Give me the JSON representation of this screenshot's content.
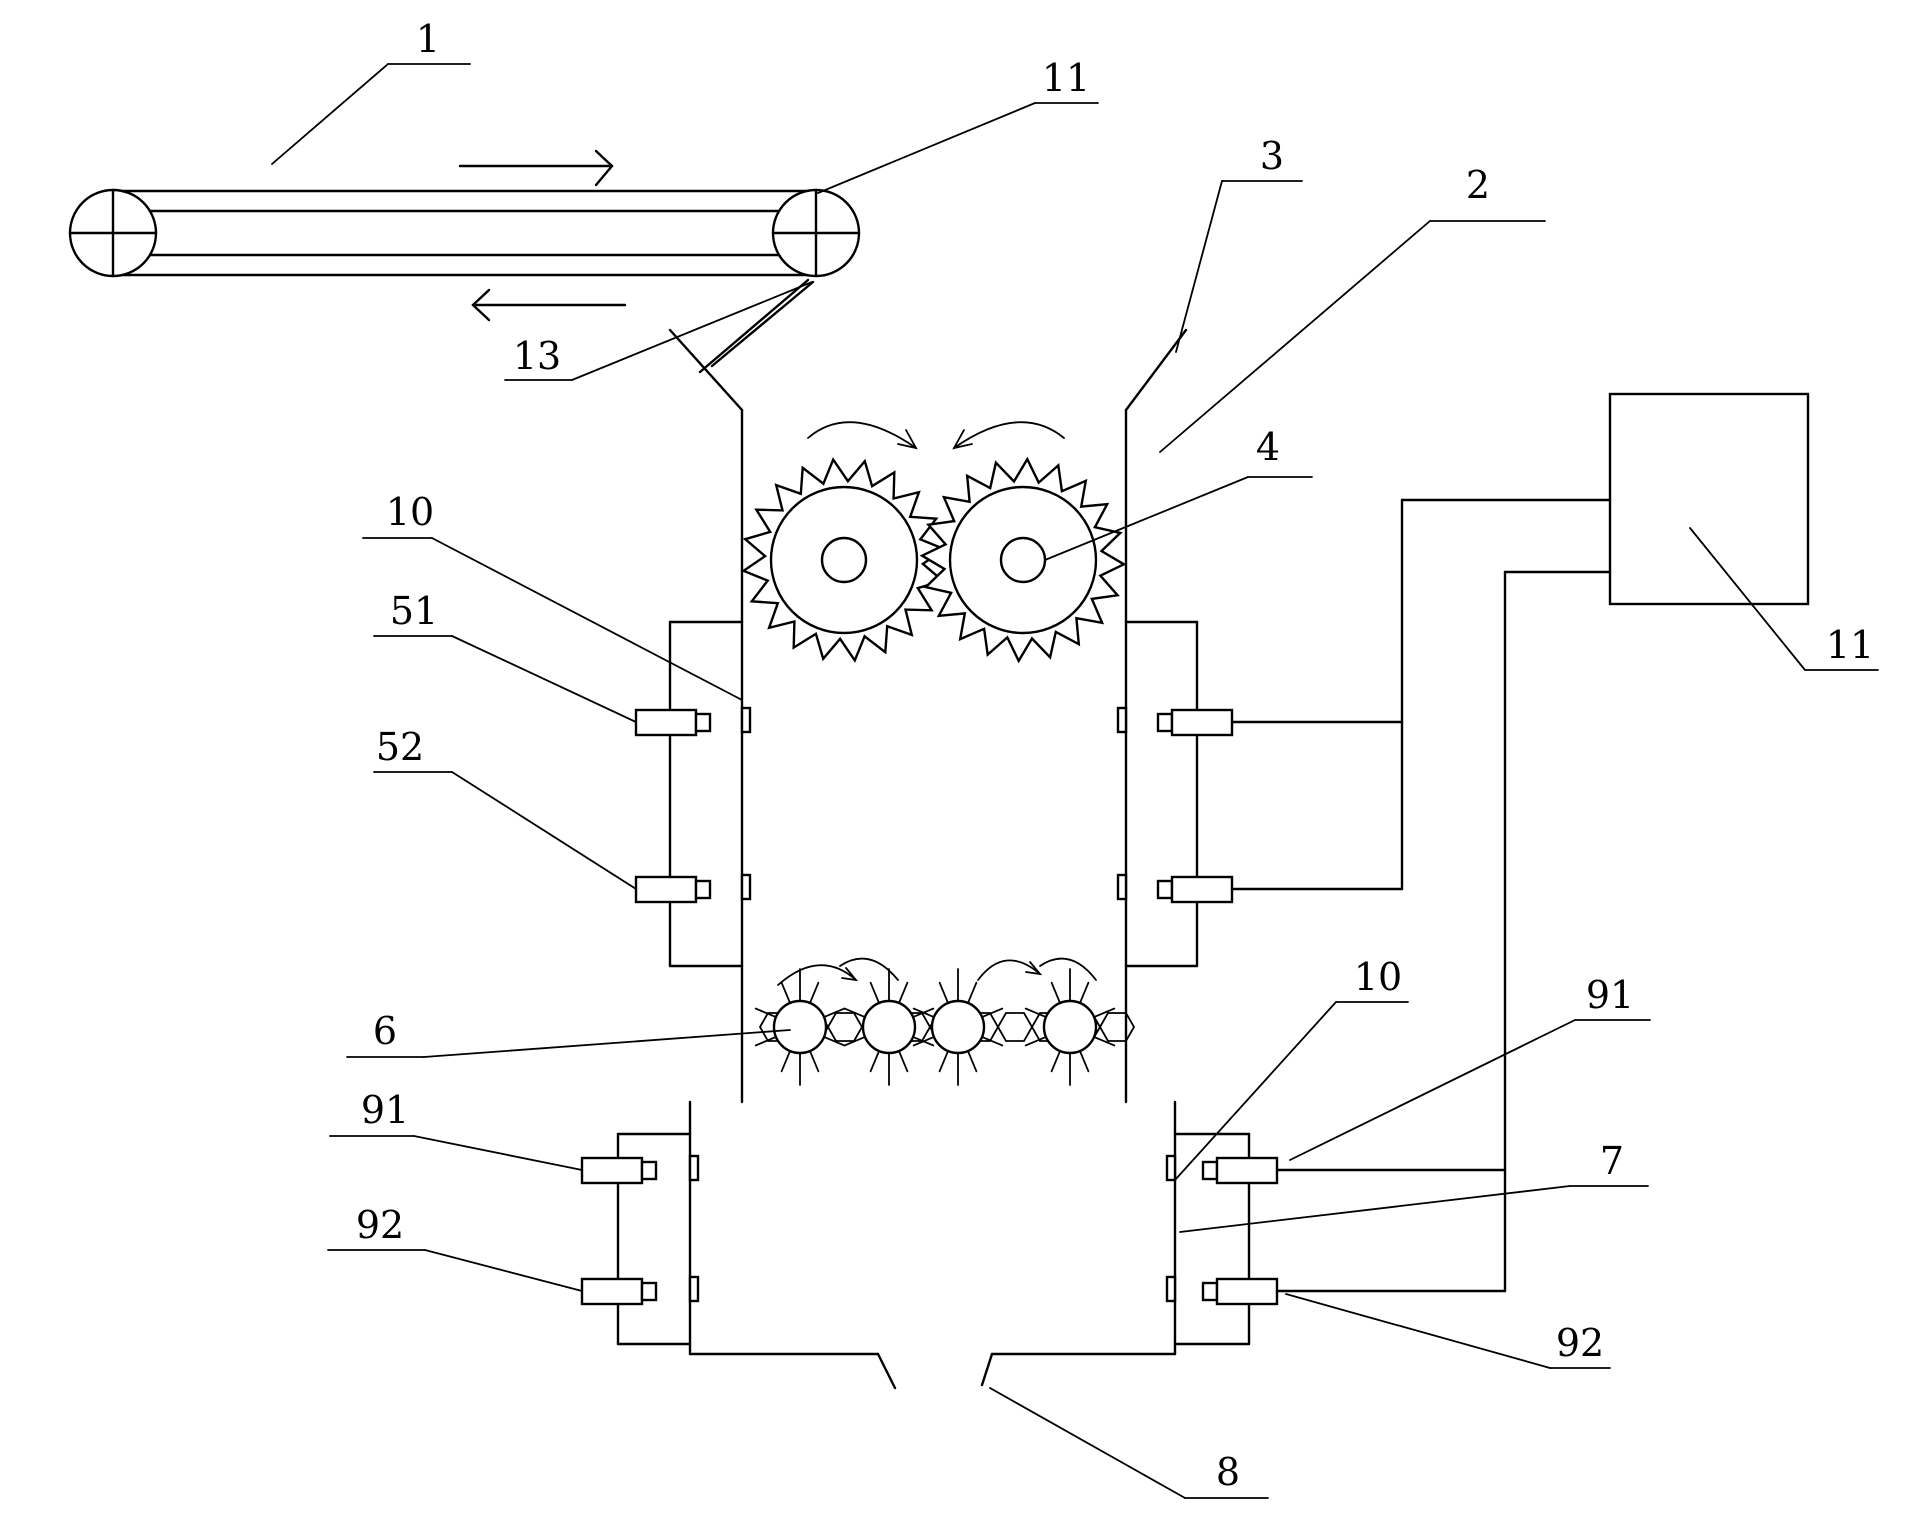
{
  "labels": {
    "conveyor": "1",
    "conveyor_roller": "11",
    "chute": "13",
    "guide_plate": "3",
    "housing": "2",
    "crushing_roller": "4",
    "sensor_upper_left": "10",
    "sensor_51": "51",
    "sensor_52": "52",
    "controller": "11",
    "star_roller": "6",
    "sensor_lower_right": "10",
    "sensor_91_right": "91",
    "sensor_91_left": "91",
    "sensor_92_left": "92",
    "lower_hopper": "7",
    "sensor_92_right": "92",
    "outlet": "8"
  }
}
